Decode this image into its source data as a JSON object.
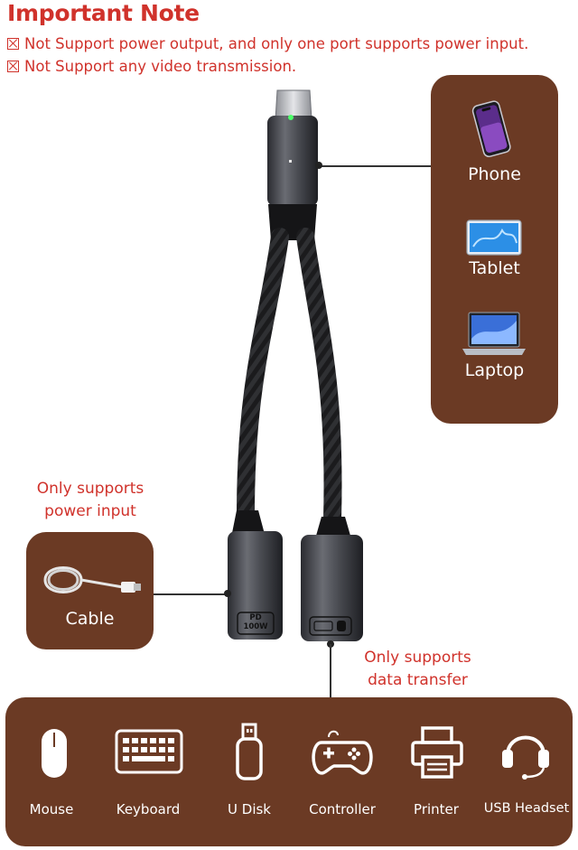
{
  "title": "Important Note",
  "notes": [
    "Not Support power output, and only one port supports power input.",
    "Not Support any video transmission."
  ],
  "devices_right": [
    "Phone",
    "Tablet",
    "Laptop"
  ],
  "left_device": "Cable",
  "callouts": {
    "power": [
      "Only supports",
      "power input"
    ],
    "data": [
      "Only supports",
      "data transfer"
    ]
  },
  "connector_marks": {
    "pd": "PD",
    "watt": "100W"
  },
  "bottom_devices": [
    "Mouse",
    "Keyboard",
    "U Disk",
    "Controller",
    "Printer",
    "USB Headset"
  ],
  "colors": {
    "accent": "#d0322b",
    "panel": "#6b3a24"
  }
}
